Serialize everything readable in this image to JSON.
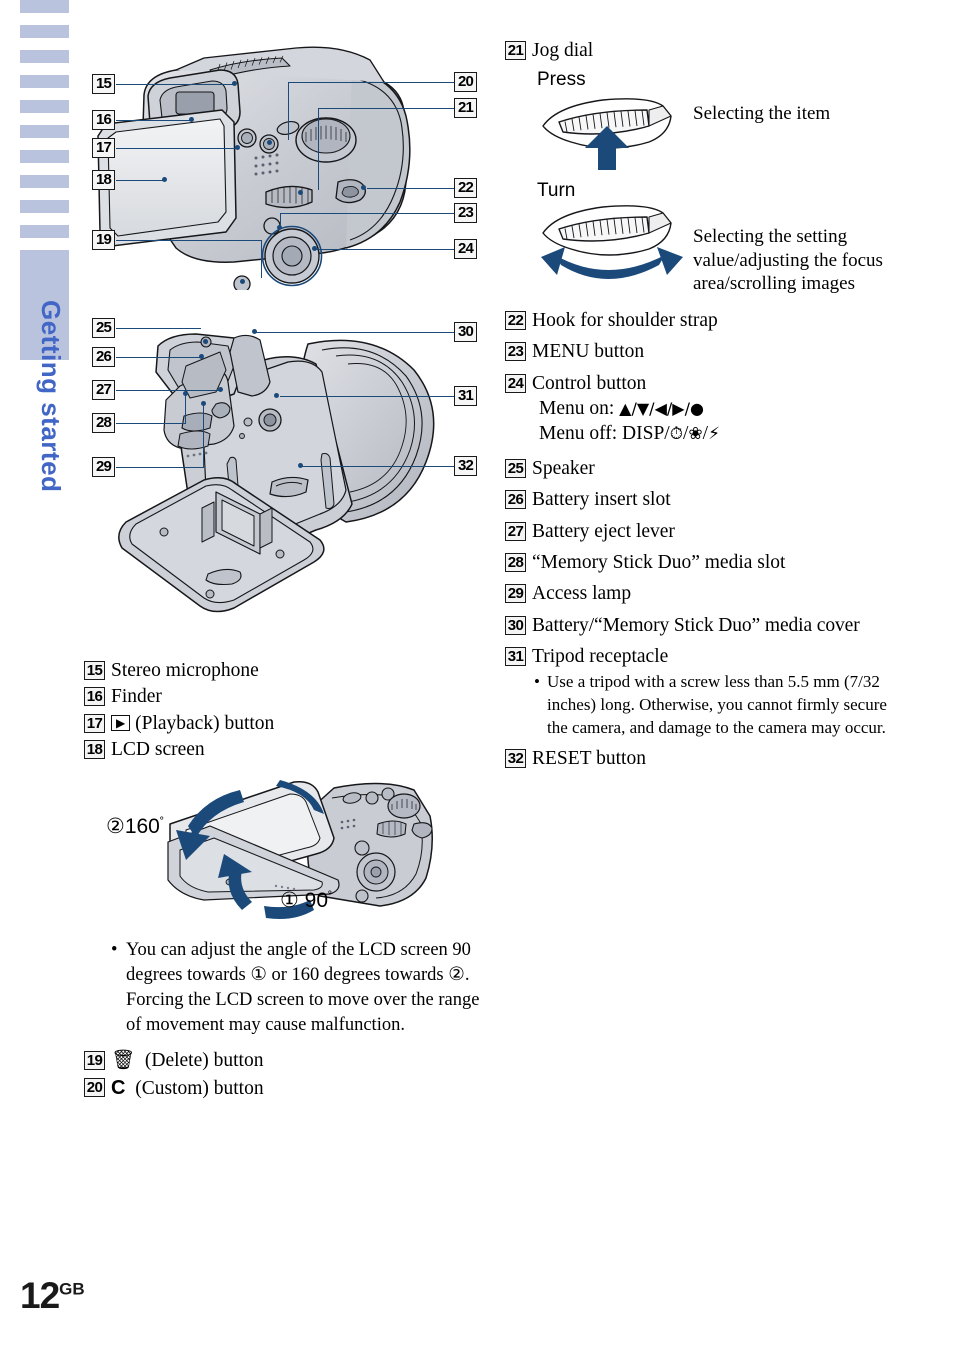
{
  "sidebar": {
    "chapter_title": "Getting started",
    "tab_count": 11,
    "current_tab_index": 11,
    "tab_color": "#b9c3dd",
    "title_color": "#4166c6"
  },
  "page": {
    "number": "12",
    "region_suffix": "GB"
  },
  "accent_blue": "#1b4a7a",
  "figures": {
    "rear_view": {
      "name": "camera-rear-three-quarter-view",
      "callouts": [
        "15",
        "16",
        "17",
        "18",
        "19",
        "20",
        "21",
        "22",
        "23",
        "24"
      ]
    },
    "battery_view": {
      "name": "camera-bottom-battery-cover-open-view",
      "callouts": [
        "25",
        "26",
        "27",
        "28",
        "29",
        "30",
        "31",
        "32"
      ]
    },
    "lcd_angle": {
      "name": "lcd-screen-tilt-angle-diagram",
      "label_2": "160",
      "label_1": "90",
      "degree": "˚",
      "circle_2": "②",
      "circle_1": "①"
    },
    "jog_press": {
      "name": "jog-dial-press-illustration"
    },
    "jog_turn": {
      "name": "jog-dial-turn-illustration"
    }
  },
  "left_column": {
    "items": [
      {
        "num": "15",
        "text": "Stereo microphone"
      },
      {
        "num": "16",
        "text": "Finder"
      },
      {
        "num": "17",
        "icon": "playback-icon",
        "glyph": "▶",
        "text": "(Playback) button"
      },
      {
        "num": "18",
        "text": "LCD screen"
      }
    ],
    "lcd_bullet": "You can adjust the angle of the LCD screen 90 degrees towards ① or 160 degrees towards ②. Forcing the LCD screen to move over the range of movement may cause malfunction.",
    "items_after": [
      {
        "num": "19",
        "icon": "trash-icon",
        "glyph": "🗑",
        "text": "(Delete) button"
      },
      {
        "num": "20",
        "icon": "custom-c-icon",
        "glyph": "C",
        "text": "(Custom) button"
      }
    ]
  },
  "right_column": {
    "jog_dial": {
      "num": "21",
      "title": "Jog dial",
      "press_label": "Press",
      "press_desc": "Selecting the item",
      "turn_label": "Turn",
      "turn_desc": "Selecting the setting value/adjusting the focus area/scrolling images"
    },
    "items": [
      {
        "num": "22",
        "text": "Hook for shoulder strap"
      },
      {
        "num": "23",
        "text": "MENU button"
      },
      {
        "num": "24",
        "text": "Control button",
        "sub": [
          "Menu on: ▲/▼/◀/▶/●",
          "Menu off: DISP/⏱/❀/⚡"
        ],
        "sub_plain": [
          {
            "prefix": "Menu on: ",
            "symbols": "▲/▼/◀/▶/●"
          },
          {
            "prefix": "Menu off: DISP/",
            "symbols": "selftimer/macro/flash"
          }
        ]
      },
      {
        "num": "25",
        "text": "Speaker"
      },
      {
        "num": "26",
        "text": "Battery insert slot"
      },
      {
        "num": "27",
        "text": "Battery eject lever"
      },
      {
        "num": "28",
        "text": "“Memory Stick Duo” media slot"
      },
      {
        "num": "29",
        "text": "Access lamp"
      },
      {
        "num": "30",
        "text": "Battery/“Memory Stick Duo” media cover"
      },
      {
        "num": "31",
        "text": "Tripod receptacle",
        "bullet": "Use a tripod with a screw less than 5.5 mm (7/32 inches) long. Otherwise, you cannot firmly secure the camera, and damage to the camera may occur."
      },
      {
        "num": "32",
        "text": "RESET button"
      }
    ]
  }
}
